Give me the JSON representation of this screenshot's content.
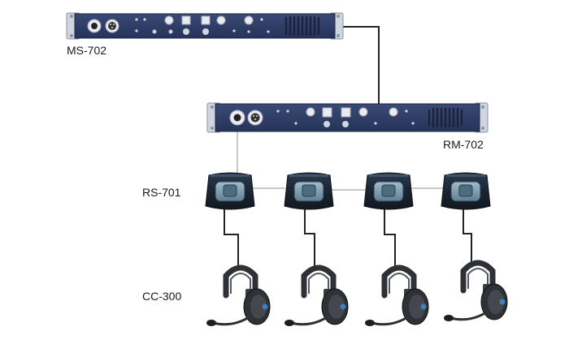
{
  "labels": {
    "master_station": "MS-702",
    "remote_station": "RM-702",
    "beltpack": "RS-701",
    "headset": "CC-300"
  },
  "colors": {
    "rack_panel": "#2f3d63",
    "rack_ear": "#cfd6e0",
    "beltpack_body": "#1f2a3a",
    "beltpack_face": "#7fa0b4",
    "cable": "#222222",
    "link_line": "#c8c8c8",
    "headset_body": "#2e3136",
    "headset_accent": "#3d7fbf"
  },
  "counts": {
    "beltpacks": 4,
    "headsets": 4
  },
  "icons": [
    "xlr-connector-icon",
    "speaker-grille-icon",
    "control-knob-icon",
    "headset-icon",
    "beltpack-icon"
  ]
}
